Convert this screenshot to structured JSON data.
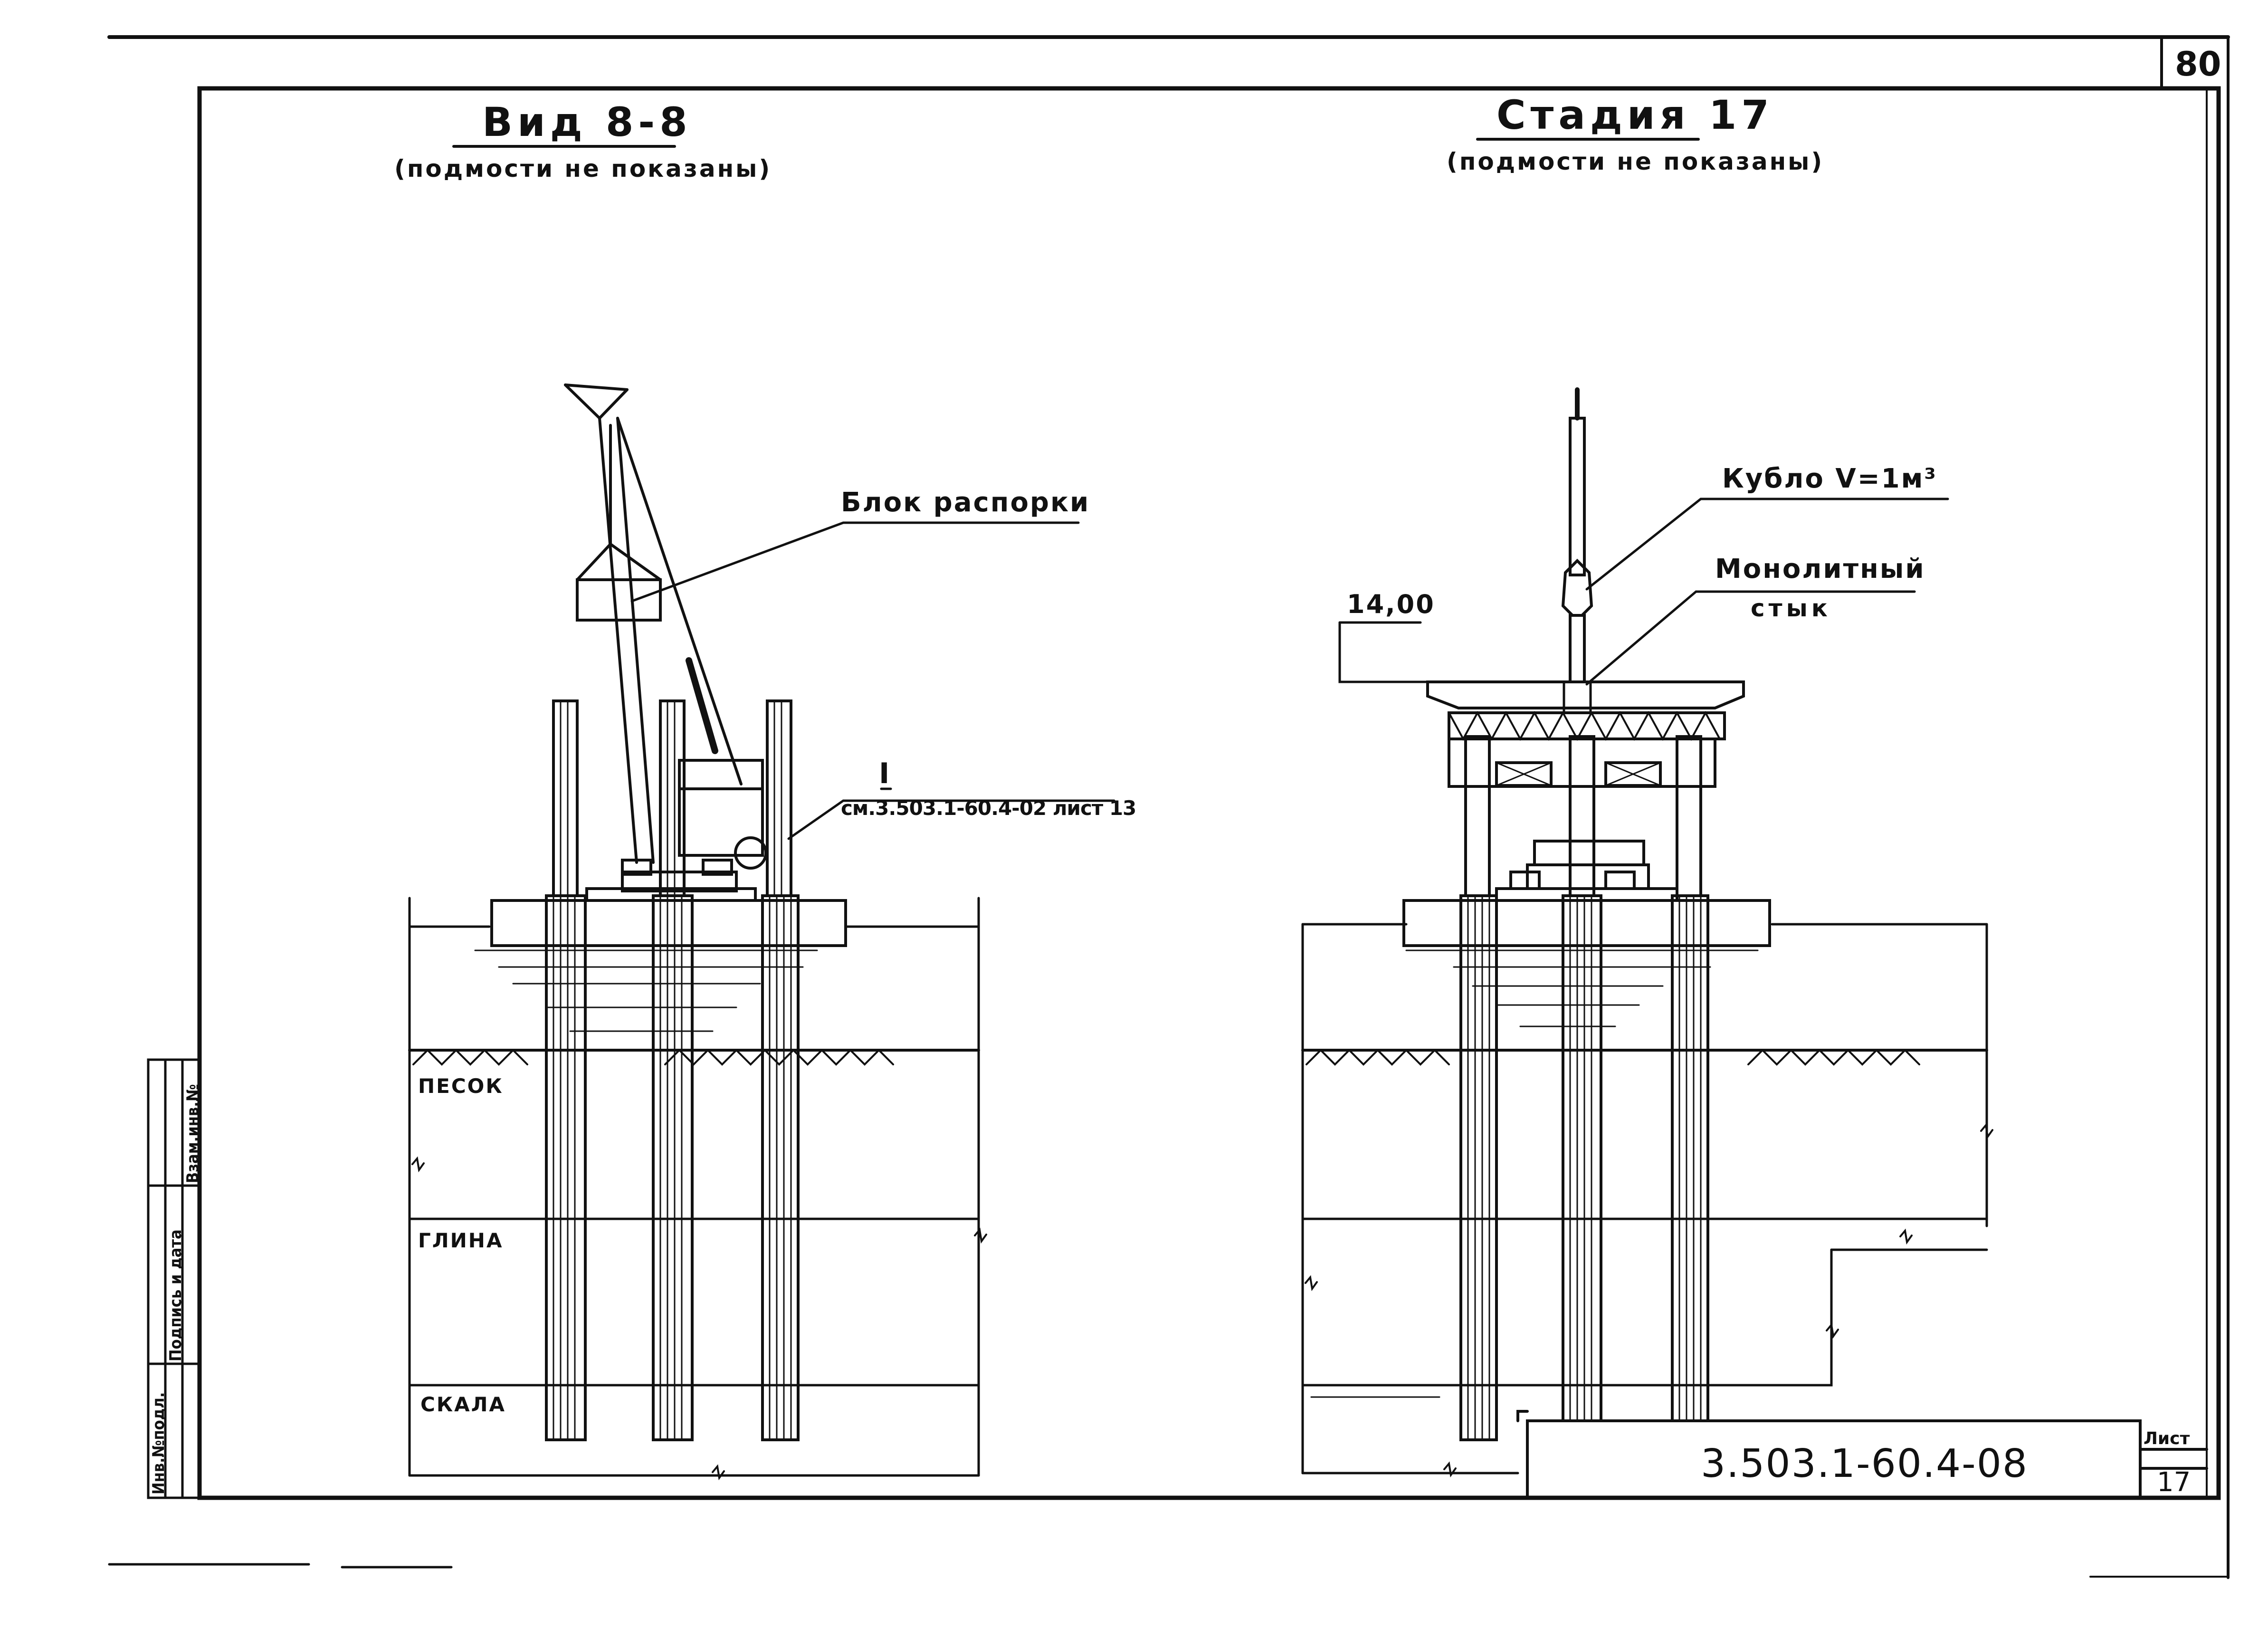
{
  "page_number": "80",
  "left_view": {
    "title": "Вид 8-8",
    "subtitle": "(подмости не показаны)",
    "label_block": "Блок распорки",
    "label_node_mark": "I",
    "label_ref": "см.3.503.1-60.4-02 лист 13",
    "soil_sand": "ПЕСОК",
    "soil_clay": "ГЛИНА",
    "soil_rock": "СКАЛА"
  },
  "right_view": {
    "title": "Стадия 17",
    "subtitle": "(подмости не показаны)",
    "label_bucket": "Кубло V=1м³",
    "label_joint_1": "Монолитный",
    "label_joint_2": "стык",
    "elevation": "14,00"
  },
  "stamp": {
    "doc_code": "3.503.1-60.4-08",
    "sheet_label": "Лист",
    "sheet_number": "17"
  },
  "side_stamp": {
    "col1": "Инв.№подл.",
    "col2": "Подпись и дата",
    "col3": "Взам.инв.№"
  }
}
